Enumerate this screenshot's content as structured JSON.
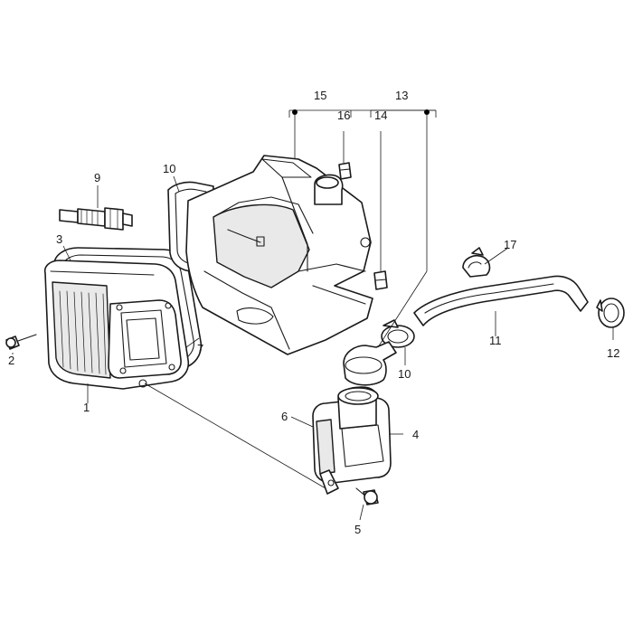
{
  "callouts": {
    "c1": "1",
    "c2": "2",
    "c3": "3",
    "c4": "4",
    "c5": "5",
    "c6": "6",
    "c7": "7",
    "c9": "9",
    "c10a": "10",
    "c10b": "10",
    "c11": "11",
    "c12": "12",
    "c13": "13",
    "c14": "14",
    "c15": "15",
    "c16": "16",
    "c17": "17"
  }
}
